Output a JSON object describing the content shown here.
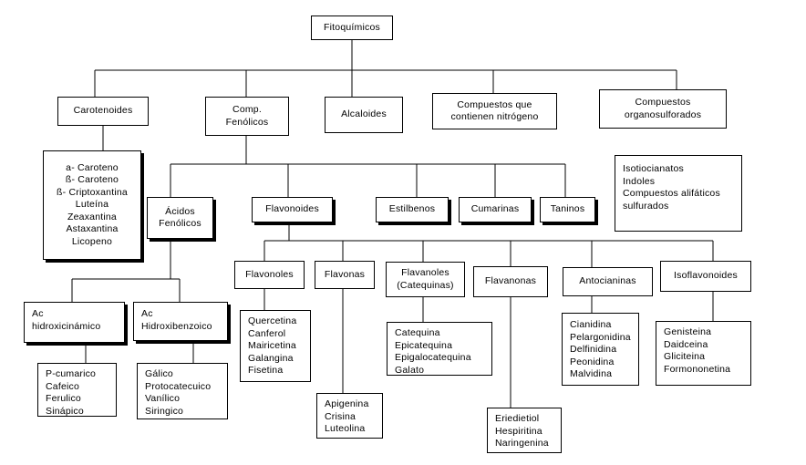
{
  "root": "Fitoquímicos",
  "level1": {
    "carotenoides": "Carotenoides",
    "fenolicos": [
      "Comp.",
      "Fenólicos"
    ],
    "alcaloides": "Alcaloides",
    "nitrogeno": [
      "Compuestos que",
      "contienen nitrógeno"
    ],
    "organosulfurados": [
      "Compuestos",
      "organosulforados"
    ]
  },
  "carotenoides_list": [
    "a- Caroteno",
    "ß- Caroteno",
    "ß- Criptoxantina",
    "Luteína",
    "Zeaxantina",
    "Astaxantina",
    "Licopeno"
  ],
  "organosulfurados_list": [
    "Isotiocianatos",
    "Indoles",
    "Compuestos alifáticos",
    "sulfurados"
  ],
  "fenolicos_children": {
    "acidos": [
      "Ácidos",
      "Fenólicos"
    ],
    "flavonoides": "Flavonoides",
    "estilbenos": "Estilbenos",
    "cumarinas": "Cumarinas",
    "taninos": "Taninos"
  },
  "acidos_children": {
    "hidroxicinamico": [
      "Ac",
      "hidroxicinámico"
    ],
    "hidroxibenzoico": [
      "Ac",
      "Hidroxibenzoico"
    ]
  },
  "hidroxicinamico_list": [
    "P-cumarico",
    "Cafeico",
    "Ferulico",
    "Sinápico"
  ],
  "hidroxibenzoico_list": [
    "Gálico",
    "Protocatecuico",
    "Vanílico",
    "Siringico"
  ],
  "flavonoides_children": {
    "flavonoles": "Flavonoles",
    "flavonas": "Flavonas",
    "flavanoles": [
      "Flavanoles",
      "(Catequinas)"
    ],
    "flavanonas": "Flavanonas",
    "antocianinas": "Antocianinas",
    "isoflavonoides": "Isoflavonoides"
  },
  "flavonoles_list": [
    "Quercetina",
    "Canferol",
    "Mairicetina",
    "Galangina",
    "Fisetina"
  ],
  "flavonas_list": [
    "Apigenina",
    "Crisina",
    "Luteolina"
  ],
  "flavanoles_list": [
    "Catequina",
    "Epicatequina",
    "Epigalocatequina",
    "Galato"
  ],
  "flavanonas_list": [
    "Eriedietiol",
    "Hespiritina",
    "Naringenina"
  ],
  "antocianinas_list": [
    "Cianidina",
    "Pelargonidina",
    "Delfinidina",
    "Peonidina",
    "Malvidina"
  ],
  "isoflavonoides_list": [
    "Genisteina",
    "Daidceina",
    "Gliciteina",
    "Formononetina"
  ]
}
